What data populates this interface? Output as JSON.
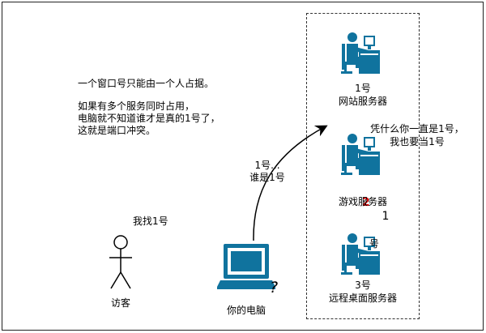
{
  "intro": {
    "line1": "一个窗口号只能由一个人占据。",
    "line2": "如果有多个服务同时占用，",
    "line3": "电脑就不知道谁才是真的1号了，",
    "line4": "这就是端口冲突。"
  },
  "visitor": {
    "speech": "我找1号",
    "label": "访客"
  },
  "computer": {
    "label": "你的电脑",
    "question_mark": "?"
  },
  "request": {
    "line1": "1号...",
    "line2": "谁是1号"
  },
  "servers": [
    {
      "number": "1号",
      "name": "网站服务器"
    },
    {
      "number_struck": "1",
      "number_overlay": "2",
      "number_suffix": "号",
      "name": "游戏服务器"
    },
    {
      "number": "3号",
      "name": "远程桌面服务器"
    }
  ],
  "conflict": {
    "line1": "凭什么你一直是1号，",
    "line2": "我也要当1号"
  },
  "colors": {
    "icon_blue": "#10739e",
    "overlay_red": "#e00000"
  }
}
